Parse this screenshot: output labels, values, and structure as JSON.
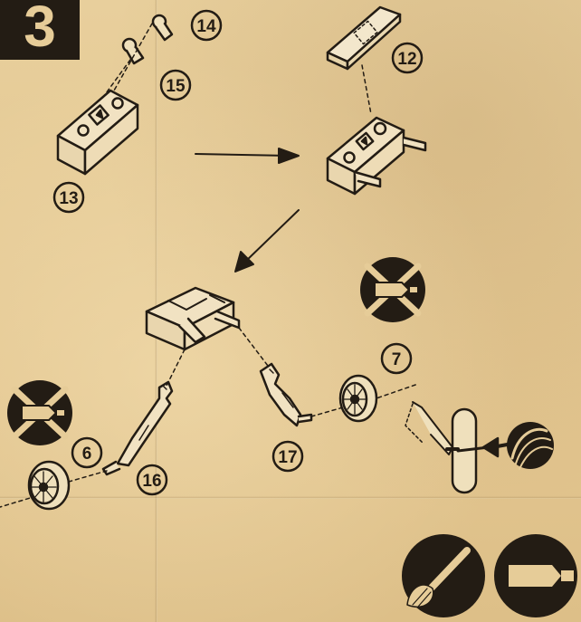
{
  "step": {
    "number": "3"
  },
  "part_labels": {
    "p6": "6",
    "p7": "7",
    "p12": "12",
    "p13": "13",
    "p14": "14",
    "p15": "15",
    "p16": "16",
    "p17": "17"
  },
  "colors": {
    "ink": "#231c14",
    "paper": "#e6cc98"
  },
  "icons": [
    "no-glue-icon",
    "paint-brush-icon",
    "glue-tube-icon",
    "paint-arrow-icon"
  ]
}
